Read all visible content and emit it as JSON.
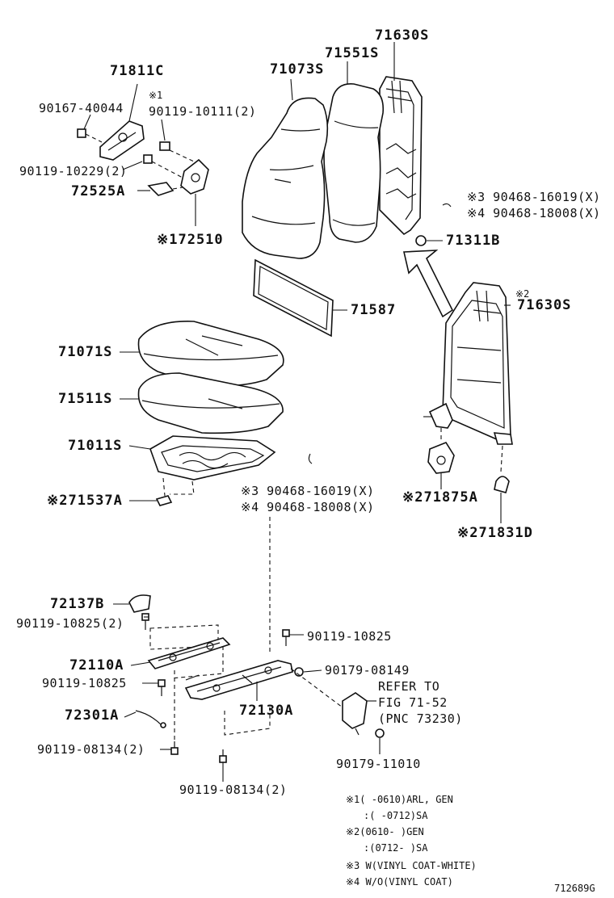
{
  "parts": {
    "p71630S_top": "71630S",
    "p71551S": "71551S",
    "p71073S": "71073S",
    "p71811C": "71811C",
    "mark_1_top": "※1",
    "p90167_40044": "90167-40044",
    "p90119_10111": "90119-10111(2)",
    "p90119_10229": "90119-10229(2)",
    "p72525A": "72525A",
    "p72510": "※172510",
    "p90468_16019_top": "※3 90468-16019(X)",
    "p90468_18008_top": "※4 90468-18008(X)",
    "p71311B": "71311B",
    "p71587": "71587",
    "mark_2_frame": "※2",
    "p71630S_frame": "71630S",
    "p71071S": "71071S",
    "p71511S": "71511S",
    "p71011S": "71011S",
    "p71537A": "※271537A",
    "p90468_16019_mid": "※3 90468-16019(X)",
    "p90468_18008_mid": "※4 90468-18008(X)",
    "p71875A": "※271875A",
    "p71831D": "※271831D",
    "p72137B": "72137B",
    "p90119_10825_2": "90119-10825(2)",
    "p90119_10825_r": "90119-10825",
    "p72110A": "72110A",
    "p90179_08149": "90179-08149",
    "p90119_10825_l": "90119-10825",
    "refer_1": "REFER TO",
    "refer_2": "FIG 71-52",
    "refer_3": "(PNC 73230)",
    "p72301A": "72301A",
    "p72130A": "72130A",
    "p90119_08134_l": "90119-08134(2)",
    "p90179_11010": "90179-11010",
    "p90119_08134_b": "90119-08134(2)"
  },
  "notes": {
    "n1a": "※1(      -0610)ARL, GEN",
    "n1b": ":(      -0712)SA",
    "n2a": "※2(0610-      )GEN",
    "n2b": ":(0712-      )SA",
    "n3": "※3 W(VINYL COAT-WHITE)",
    "n4": "※4 W/O(VINYL COAT)"
  },
  "diagram_id": "712689G"
}
